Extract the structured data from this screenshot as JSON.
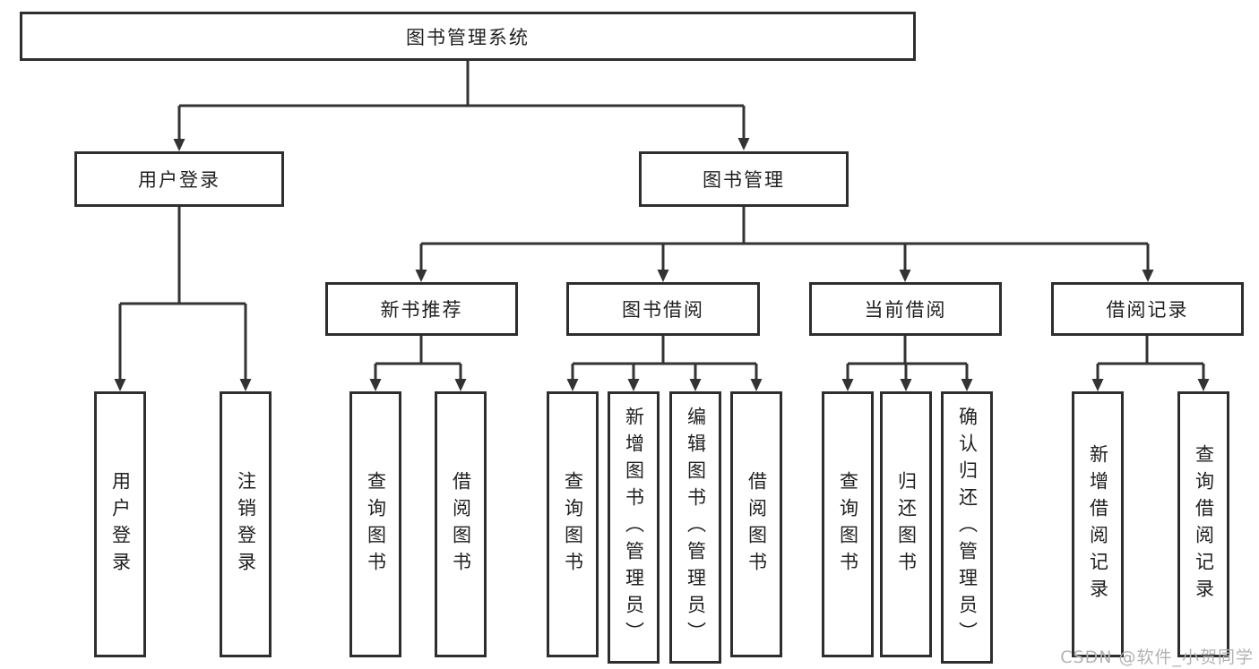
{
  "tree": {
    "label": "图书管理系统",
    "children": [
      {
        "label": "用户登录",
        "children": [
          {
            "label": "用户登录"
          },
          {
            "label": "注销登录"
          }
        ]
      },
      {
        "label": "图书管理",
        "children": [
          {
            "label": "新书推荐",
            "children": [
              {
                "label": "查询图书"
              },
              {
                "label": "借阅图书"
              }
            ]
          },
          {
            "label": "图书借阅",
            "children": [
              {
                "label": "查询图书"
              },
              {
                "label": "新增图书（管理员）"
              },
              {
                "label": "编辑图书（管理员）"
              },
              {
                "label": "借阅图书"
              }
            ]
          },
          {
            "label": "当前借阅",
            "children": [
              {
                "label": "查询图书"
              },
              {
                "label": "归还图书"
              },
              {
                "label": "确认归还（管理员）"
              }
            ]
          },
          {
            "label": "借阅记录",
            "children": [
              {
                "label": "新增借阅记录"
              },
              {
                "label": "查询借阅记录"
              }
            ]
          }
        ]
      }
    ]
  },
  "watermark": "CSDN @软件_小贺同学",
  "colors": {
    "box_border": "#2e2e2e",
    "connector_line": "#333333",
    "text": "#1f1f1f",
    "watermark": "#b3b3b3",
    "background": "#ffffff"
  }
}
